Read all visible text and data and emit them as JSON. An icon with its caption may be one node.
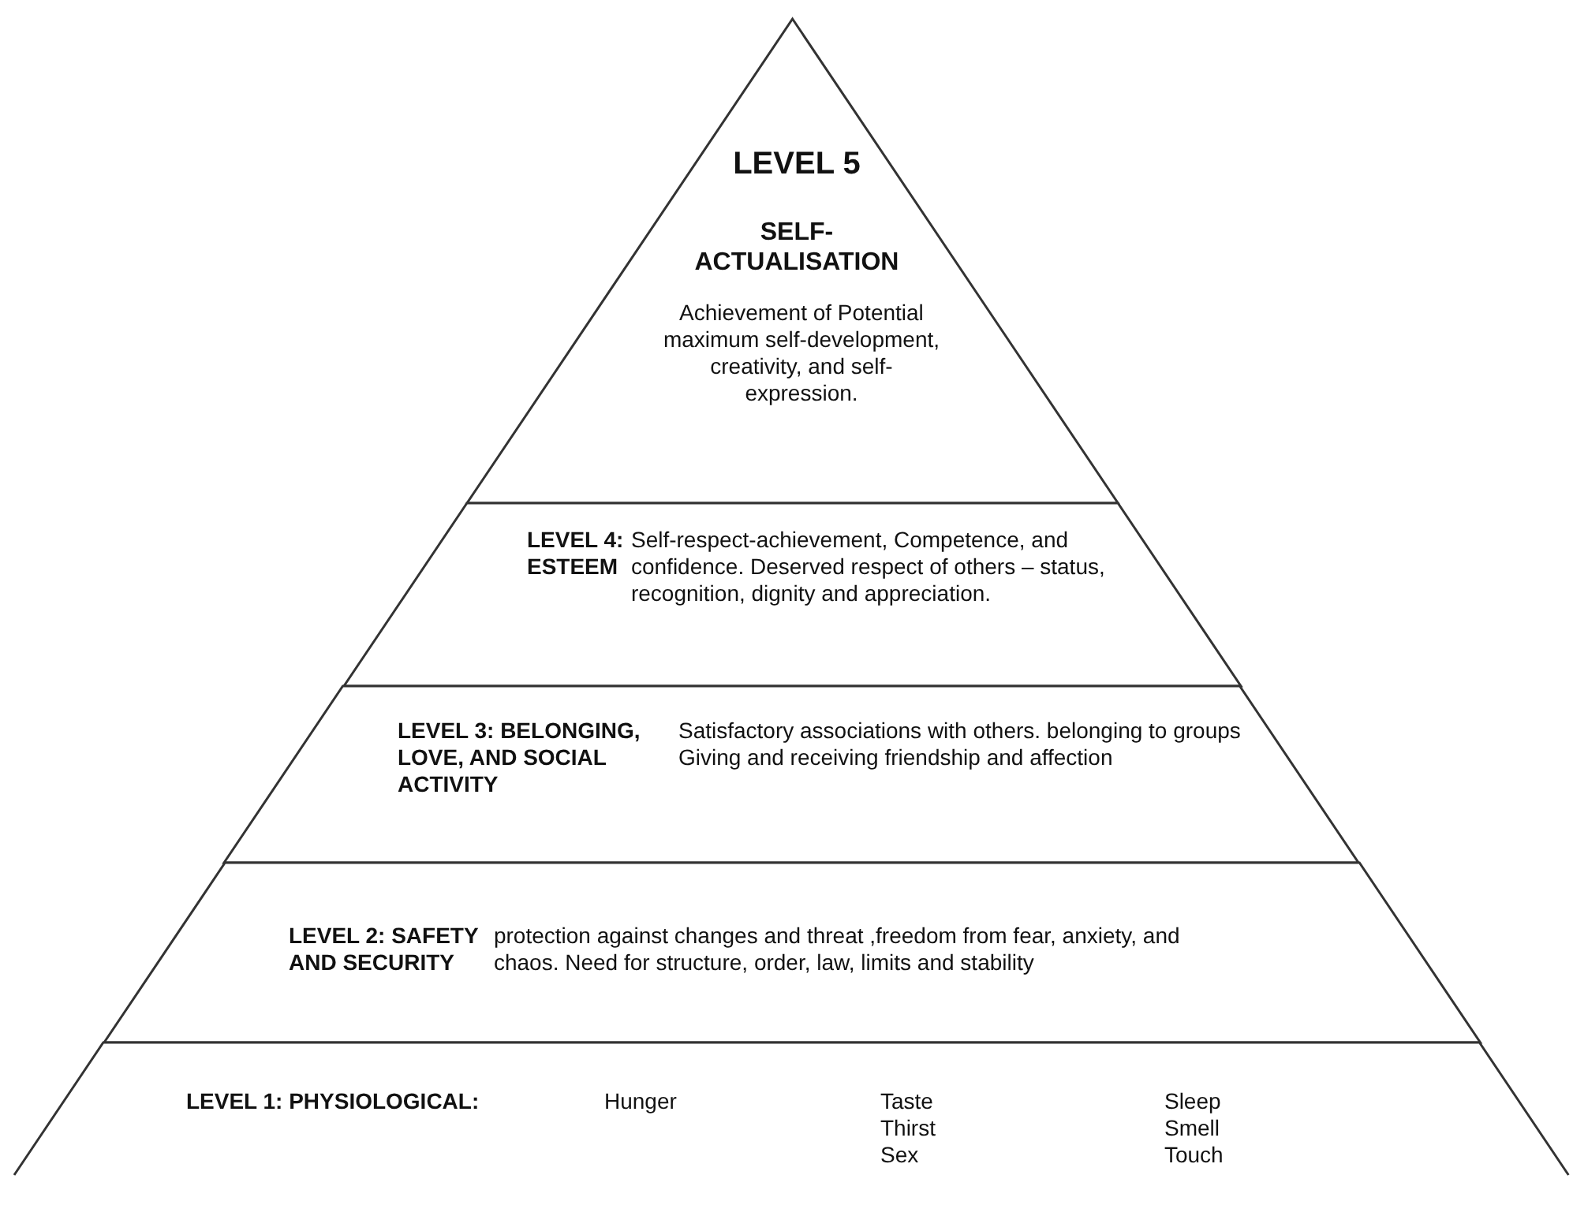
{
  "diagram": {
    "nodes": [
      {
        "text": [
          "LEVEL 5",
          "SELF-ACTUALISATION",
          "Achievement of Potential maximum self-development, creativity, and self-expression."
        ]
      },
      {
        "text": [
          "LEVEL 4: ESTEEM",
          "Self-respect-achievement, Competence, and confidence. Deserved respect of others – status, recognition, dignity and appreciation."
        ]
      },
      {
        "text": [
          "LEVEL 3: BELONGING, LOVE, AND SOCIAL ACTIVITY",
          "Satisfactory associations with others. belonging to groups Giving and receiving friendship and affection"
        ]
      },
      {
        "text": [
          "LEVEL 2: SAFETY AND SECURITY",
          "protection against changes and threat ,freedom from fear, anxiety, and chaos. Need for structure, order, law, limits and stability"
        ]
      },
      {
        "text": [
          "LEVEL 1: PHYSIOLOGICAL:",
          "Hunger",
          "Taste Thirst Sex",
          "Sleep Smell Touch"
        ]
      }
    ]
  }
}
